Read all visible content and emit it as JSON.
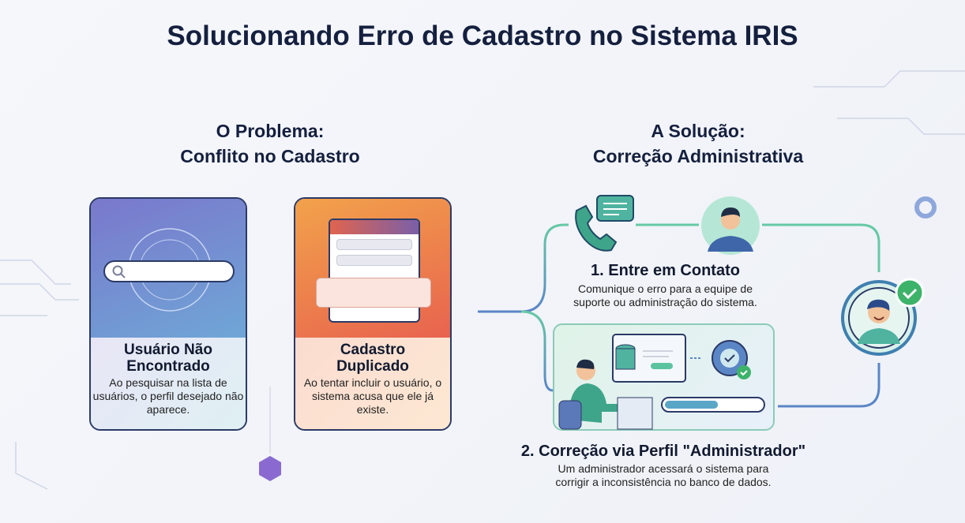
{
  "title": "Solucionando Erro de Cadastro no Sistema IRIS",
  "problem": {
    "heading_line1": "O Problema:",
    "heading_line2": "Conflito no Cadastro",
    "cards": [
      {
        "title_line1": "Usuário Não",
        "title_line2": "Encontrado",
        "description": "Ao pesquisar na lista de usuários, o perfil desejado não aparece."
      },
      {
        "title_line1": "Cadastro",
        "title_line2": "Duplicado",
        "description": "Ao tentar incluir o usuário, o sistema acusa que ele já existe."
      }
    ]
  },
  "solution": {
    "heading_line1": "A Solução:",
    "heading_line2": "Correção Administrativa",
    "steps": [
      {
        "title": "1. Entre em Contato",
        "description_line1": "Comunique o erro para a equipe de",
        "description_line2": "suporte ou administração do sistema."
      },
      {
        "title": "2. Correção via Perfil \"Administrador\"",
        "description_line1": "Um administrador acessará o sistema para",
        "description_line2": "corrigir a inconsistência no banco de dados."
      }
    ],
    "progress": 0.55
  },
  "colors": {
    "accent_green": "#5cc3a0",
    "accent_blue": "#5b86c6",
    "navy": "#15203f"
  }
}
